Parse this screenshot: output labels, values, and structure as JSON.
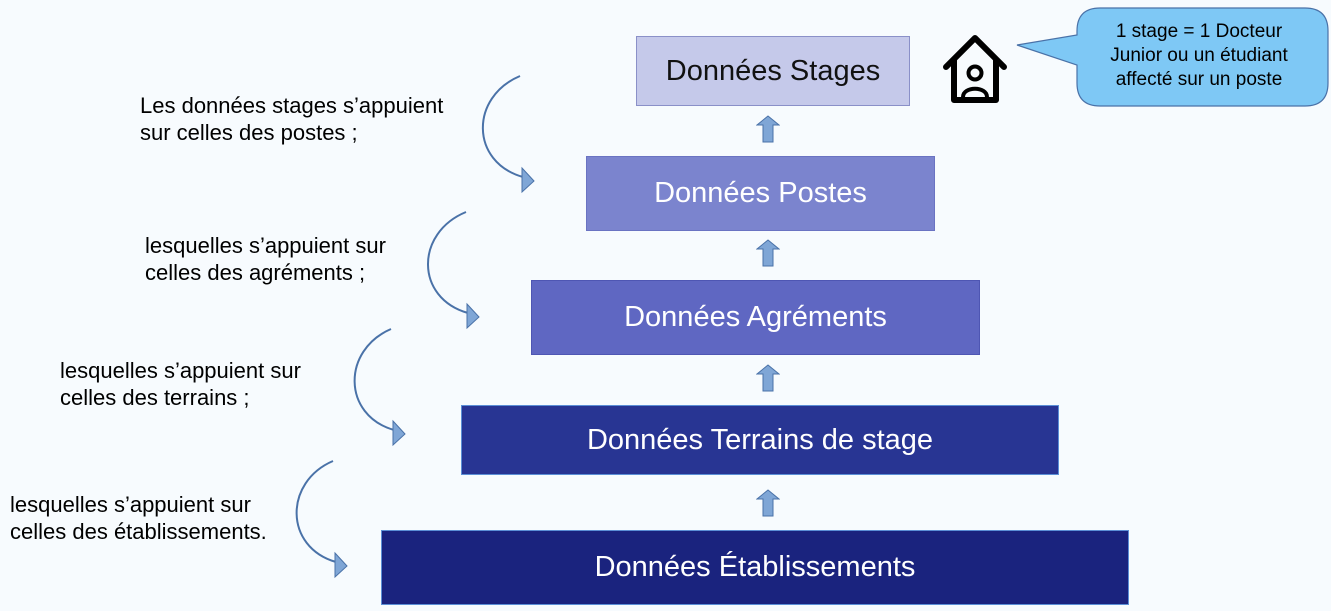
{
  "layers": [
    {
      "label": "Données Stages"
    },
    {
      "label": "Données Postes"
    },
    {
      "label": "Données Agréments"
    },
    {
      "label": "Données Terrains de stage"
    },
    {
      "label": "Données Établissements"
    }
  ],
  "notes": [
    {
      "text": "Les données stages s’appuient\nsur celles des postes ;"
    },
    {
      "text": "lesquelles s’appuient sur\ncelles des agréments ;"
    },
    {
      "text": "lesquelles s’appuient sur\ncelles des terrains ;"
    },
    {
      "text": "lesquelles s’appuient sur\ncelles des établissements."
    }
  ],
  "callout": {
    "text": "1 stage = 1 Docteur\nJunior ou un étudiant\naffecté sur un poste",
    "icon": "house-person-icon"
  },
  "colors": {
    "arrow_fill": "#7fa6d6",
    "arrow_stroke": "#4a72a8",
    "callout_fill": "#7ec8f5"
  }
}
